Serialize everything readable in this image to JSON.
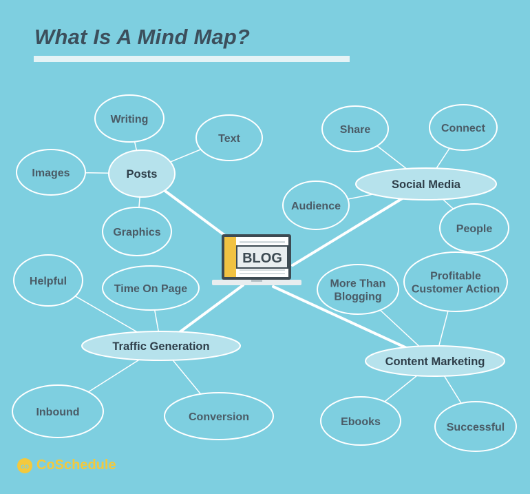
{
  "title": "What Is A Mind Map?",
  "center": {
    "label": "BLOG"
  },
  "colors": {
    "background": "#7ecfe0",
    "node_fill": "#7ecfe0",
    "hub_fill": "#b6e2ec",
    "stroke": "#ffffff",
    "text": "#4a5b66",
    "logo": "#f3c93d"
  },
  "hubs": [
    {
      "id": "posts",
      "label": "Posts",
      "children": [
        {
          "id": "writing",
          "label": "Writing"
        },
        {
          "id": "text",
          "label": "Text"
        },
        {
          "id": "images",
          "label": "Images"
        },
        {
          "id": "graphics",
          "label": "Graphics"
        }
      ]
    },
    {
      "id": "social-media",
      "label": "Social Media",
      "children": [
        {
          "id": "share",
          "label": "Share"
        },
        {
          "id": "connect",
          "label": "Connect"
        },
        {
          "id": "audience",
          "label": "Audience"
        },
        {
          "id": "people",
          "label": "People"
        }
      ]
    },
    {
      "id": "traffic-generation",
      "label": "Traffic Generation",
      "children": [
        {
          "id": "helpful",
          "label": "Helpful"
        },
        {
          "id": "time-on-page",
          "label": "Time On Page"
        },
        {
          "id": "inbound",
          "label": "Inbound"
        },
        {
          "id": "conversion",
          "label": "Conversion"
        }
      ]
    },
    {
      "id": "content-marketing",
      "label": "Content Marketing",
      "children": [
        {
          "id": "more-than-blogging",
          "label": "More Than\nBlogging"
        },
        {
          "id": "profitable-customer-action",
          "label": "Profitable\nCustomer Action"
        },
        {
          "id": "ebooks",
          "label": "Ebooks"
        },
        {
          "id": "successful",
          "label": "Successful"
        }
      ]
    }
  ],
  "logo": {
    "text": "CoSchedule",
    "icon": "coschedule-logo-icon"
  }
}
